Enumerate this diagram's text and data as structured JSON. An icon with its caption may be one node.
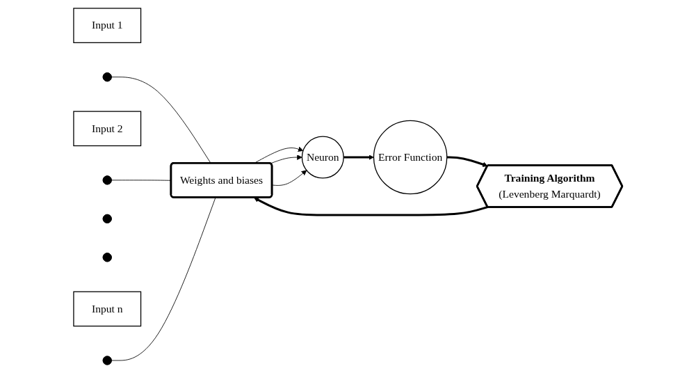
{
  "diagram": {
    "nodes": [
      {
        "text": [
          "Input 1"
        ]
      },
      {
        "text": [],
        "shape": "circle"
      },
      {
        "text": [
          "Input 2"
        ]
      },
      {
        "text": [],
        "shape": "circle"
      },
      {
        "text": [],
        "shape": "circle"
      },
      {
        "text": [],
        "shape": "circle"
      },
      {
        "text": [
          "Input n"
        ]
      },
      {
        "text": [],
        "shape": "circle"
      },
      {
        "text": [
          "Weights and biases"
        ]
      },
      {
        "text": [
          "Neuron"
        ]
      },
      {
        "text": [
          "Error Function"
        ]
      },
      {
        "text": [
          "Training Algorithm",
          "(Levenberg Marquardt)"
        ]
      }
    ],
    "edges": [
      {
        "from": 1,
        "to": 8,
        "arrow": "none"
      },
      {
        "from": 3,
        "to": 8,
        "arrow": "none"
      },
      {
        "from": 7,
        "to": 8,
        "arrow": "none"
      },
      {
        "from": 8,
        "to": 9,
        "arrow": "to"
      },
      {
        "from": 8,
        "to": 9,
        "arrow": "to"
      },
      {
        "from": 8,
        "to": 9,
        "arrow": "to"
      },
      {
        "from": 9,
        "to": 10,
        "arrow": "to",
        "style": "thick"
      },
      {
        "from": 10,
        "to": 11,
        "arrow": "to",
        "style": "thick"
      },
      {
        "from": 11,
        "to": 8,
        "arrow": "to",
        "style": "thick"
      }
    ]
  }
}
